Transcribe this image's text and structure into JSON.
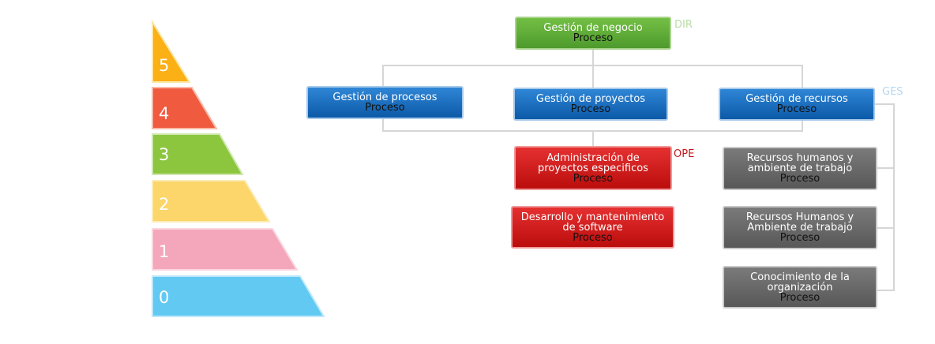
{
  "pyramid": {
    "levels": [
      {
        "label": "5",
        "color": "#fbb016"
      },
      {
        "label": "4",
        "color": "#f05a3f"
      },
      {
        "label": "3",
        "color": "#8cc63e"
      },
      {
        "label": "2",
        "color": "#fcd56b"
      },
      {
        "label": "1",
        "color": "#f4a7bb"
      },
      {
        "label": "0",
        "color": "#62c9f2"
      }
    ]
  },
  "tags": {
    "dir": {
      "text": "DIR",
      "color": "#b9dca5"
    },
    "ges": {
      "text": "GES",
      "color": "#b7d7f0"
    },
    "ope": {
      "text": "OPE",
      "color": "#c0161b"
    }
  },
  "nodes": {
    "gestion_negocio": {
      "title": "Gestión de negocio",
      "subtitle": "Proceso"
    },
    "gestion_procesos": {
      "title": "Gestión de procesos",
      "subtitle": "Proceso"
    },
    "gestion_proyectos": {
      "title": "Gestión de proyectos",
      "subtitle": "Proceso"
    },
    "gestion_recursos": {
      "title": "Gestión de recursos",
      "subtitle": "Proceso"
    },
    "admin_proyectos": {
      "title": "Administración de proyectos especificos",
      "subtitle": "Proceso"
    },
    "desarrollo_software": {
      "title": "Desarrollo y mantenimiento de software",
      "subtitle": "Proceso"
    },
    "rrhh_1": {
      "title": "Recursos humanos y ambiente de trabajo",
      "subtitle": "Proceso"
    },
    "rrhh_2": {
      "title": "Recursos Humanos y Ambiente de trabajo",
      "subtitle": "Proceso"
    },
    "conocimiento": {
      "title": "Conocimiento de la organización",
      "subtitle": "Proceso"
    }
  }
}
